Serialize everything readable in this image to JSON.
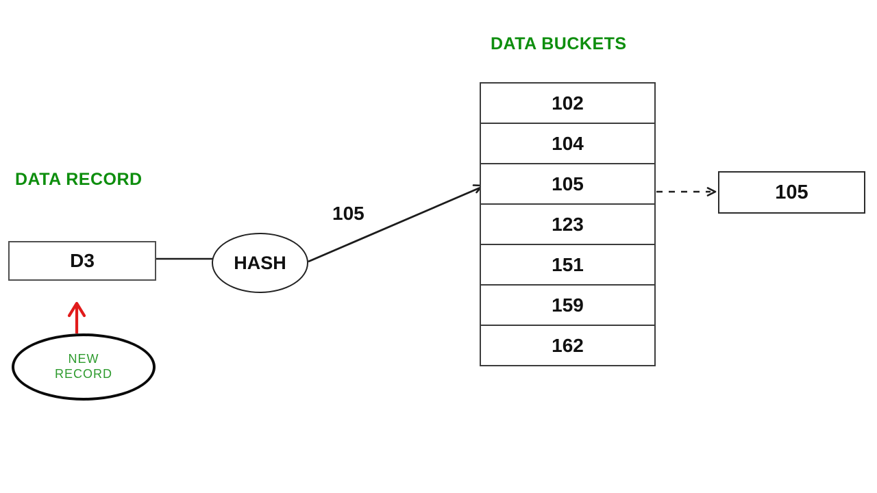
{
  "title": "DATA BUCKETS",
  "labels": {
    "data_record": "DATA RECORD",
    "record_value": "D3",
    "hash": "HASH",
    "hash_output": "105",
    "result_value": "105",
    "new_record_line1": "NEW",
    "new_record_line2": "RECORD"
  },
  "buckets": [
    "102",
    "104",
    "105",
    "123",
    "151",
    "159",
    "162"
  ],
  "colors": {
    "heading_green": "#0e8e0e",
    "new_record_green": "#2e9b2e",
    "arrow_red": "#e11b1b",
    "line_black": "#1c1c1c"
  }
}
